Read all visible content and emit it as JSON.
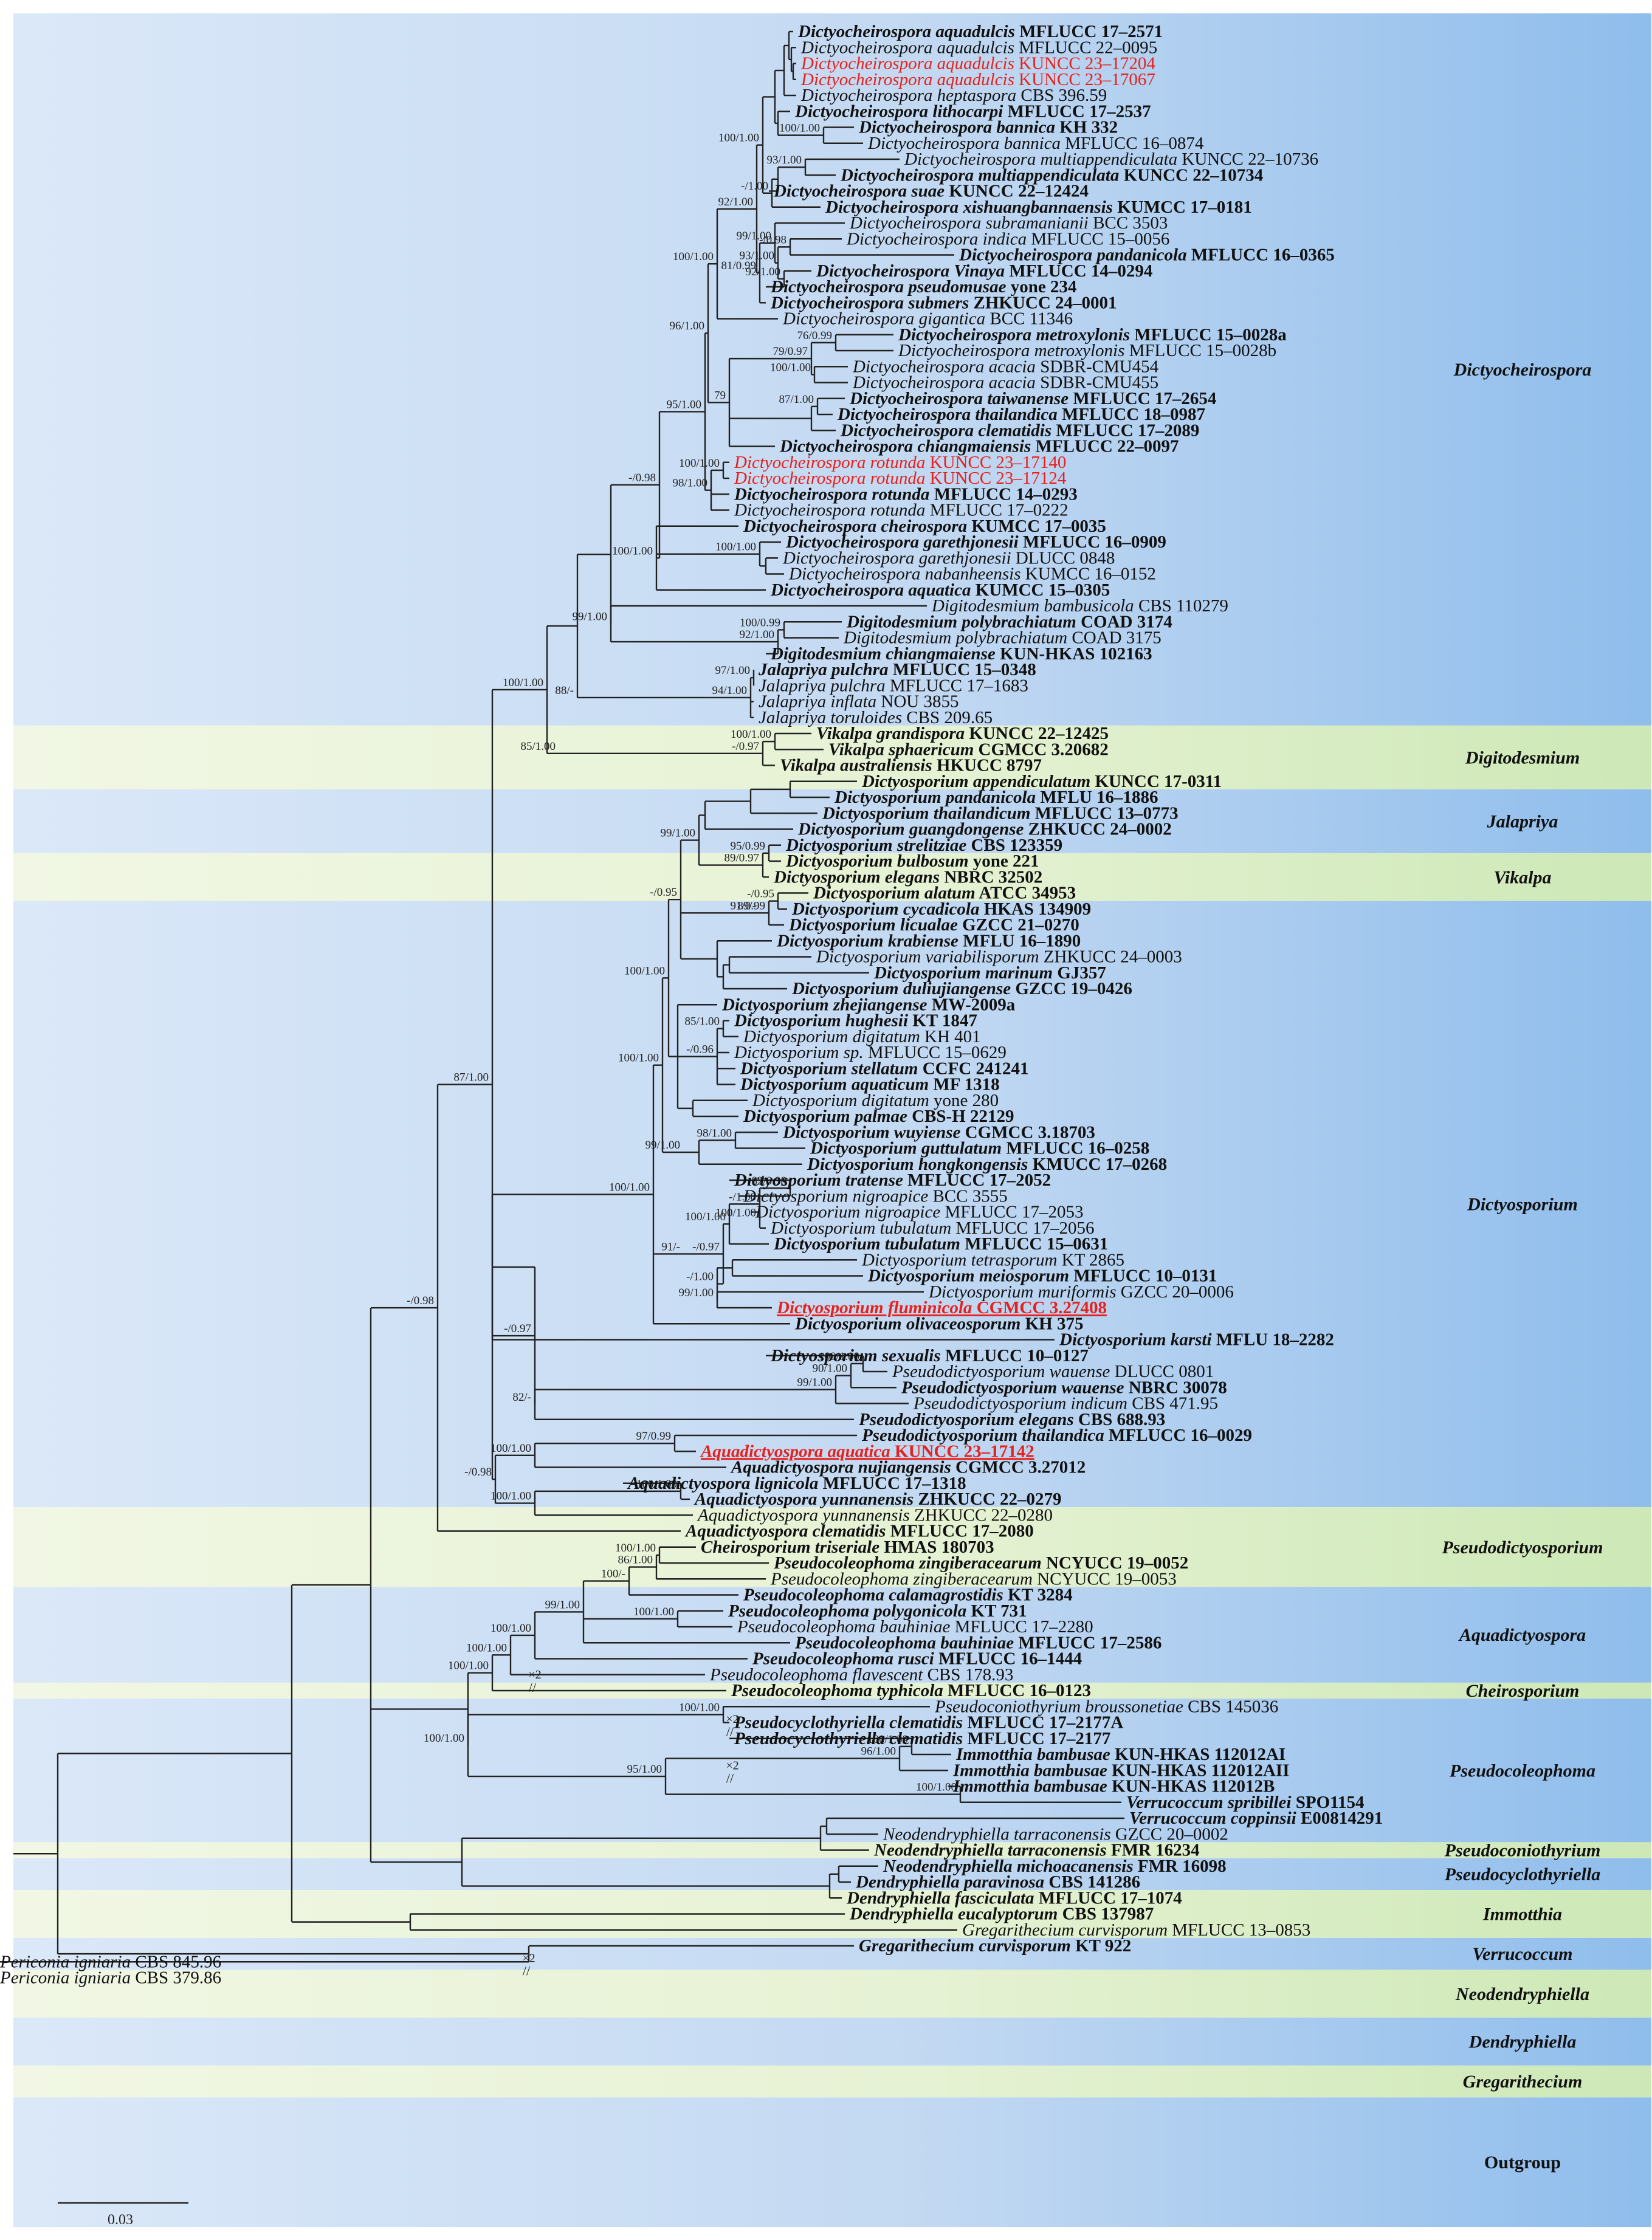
{
  "clades": [
    {
      "label": "Dictyocheirospora",
      "first": 0,
      "last": 43
    },
    {
      "label": "Digitodesmium",
      "first": 44,
      "last": 47
    },
    {
      "label": "Jalapriya",
      "first": 48,
      "last": 51
    },
    {
      "label": "Vikalpa",
      "first": 52,
      "last": 54
    },
    {
      "label": "Dictyosporium",
      "first": 55,
      "last": 92
    },
    {
      "label": "Pseudodictyosporium",
      "first": 93,
      "last": 97
    },
    {
      "label": "Aquadictyospora",
      "first": 98,
      "last": 103
    },
    {
      "label": "Cheirosporium",
      "first": 104,
      "last": 104
    },
    {
      "label": "Pseudocoleophoma",
      "first": 105,
      "last": 113
    },
    {
      "label": "Pseudoconiothyrium",
      "first": 114,
      "last": 114
    },
    {
      "label": "Pseudocyclothyriella",
      "first": 115,
      "last": 116
    },
    {
      "label": "Immotthia",
      "first": 117,
      "last": 119
    },
    {
      "label": "Verrucoccum",
      "first": 120,
      "last": 121
    },
    {
      "label": "Neodendryphiella",
      "first": 122,
      "last": 124
    },
    {
      "label": "Dendryphiella",
      "first": 125,
      "last": 127
    },
    {
      "label": "Gregarithecium",
      "first": 128,
      "last": 129
    },
    {
      "label": "Outgroup",
      "first": 130,
      "last": 131
    }
  ],
  "taxa": [
    {
      "species": "Dictyocheirospora aquadulcis",
      "strain": "MFLUCC 17–2571",
      "bold": true,
      "red": false
    },
    {
      "species": "Dictyocheirospora aquadulcis",
      "strain": "MFLUCC 22–0095",
      "bold": false,
      "red": false
    },
    {
      "species": "Dictyocheirospora aquadulcis",
      "strain": "KUNCC 23–17204",
      "bold": false,
      "red": true
    },
    {
      "species": "Dictyocheirospora aquadulcis",
      "strain": "KUNCC 23–17067",
      "bold": false,
      "red": true
    },
    {
      "species": "Dictyocheirospora heptaspora",
      "strain": "CBS 396.59",
      "bold": false,
      "red": false
    },
    {
      "species": "Dictyocheirospora lithocarpi",
      "strain": "MFLUCC 17–2537",
      "bold": true,
      "red": false
    },
    {
      "species": "Dictyocheirospora bannica",
      "strain": "KH 332",
      "bold": true,
      "red": false
    },
    {
      "species": "Dictyocheirospora bannica",
      "strain": "MFLUCC 16–0874",
      "bold": false,
      "red": false
    },
    {
      "species": "Dictyocheirospora multiappendiculata",
      "strain": "KUNCC 22–10736",
      "bold": false,
      "red": false
    },
    {
      "species": "Dictyocheirospora multiappendiculata",
      "strain": "KUNCC 22–10734",
      "bold": true,
      "red": false
    },
    {
      "species": "Dictyocheirospora suae",
      "strain": "KUNCC 22–12424",
      "bold": true,
      "red": false
    },
    {
      "species": "Dictyocheirospora xishuangbannaensis",
      "strain": "KUMCC 17–0181",
      "bold": true,
      "red": false
    },
    {
      "species": "Dictyocheirospora subramanianii",
      "strain": "BCC 3503",
      "bold": false,
      "red": false
    },
    {
      "species": "Dictyocheirospora indica",
      "strain": "MFLUCC 15–0056",
      "bold": false,
      "red": false
    },
    {
      "species": "Dictyocheirospora pandanicola",
      "strain": "MFLUCC 16–0365",
      "bold": true,
      "red": false
    },
    {
      "species": "Dictyocheirospora Vinaya",
      "strain": "MFLUCC 14–0294",
      "bold": true,
      "red": false
    },
    {
      "species": "Dictyocheirospora pseudomusae",
      "strain": "yone 234",
      "bold": true,
      "red": false
    },
    {
      "species": "Dictyocheirospora submers",
      "strain": "ZHKUCC 24–0001",
      "bold": true,
      "red": false
    },
    {
      "species": "Dictyocheirospora gigantica",
      "strain": "BCC 11346",
      "bold": false,
      "red": false
    },
    {
      "species": "Dictyocheirospora metroxylonis",
      "strain": "MFLUCC 15–0028a",
      "bold": true,
      "red": false
    },
    {
      "species": "Dictyocheirospora metroxylonis",
      "strain": "MFLUCC 15–0028b",
      "bold": false,
      "red": false
    },
    {
      "species": "Dictyocheirospora acacia",
      "strain": "SDBR-CMU454",
      "bold": false,
      "red": false
    },
    {
      "species": "Dictyocheirospora acacia",
      "strain": "SDBR-CMU455",
      "bold": false,
      "red": false
    },
    {
      "species": "Dictyocheirospora taiwanense",
      "strain": "MFLUCC 17–2654",
      "bold": true,
      "red": false
    },
    {
      "species": "Dictyocheirospora thailandica",
      "strain": "MFLUCC 18–0987",
      "bold": true,
      "red": false
    },
    {
      "species": "Dictyocheirospora clematidis",
      "strain": "MFLUCC 17–2089",
      "bold": true,
      "red": false
    },
    {
      "species": "Dictyocheirospora chiangmaiensis",
      "strain": "MFLUCC 22–0097",
      "bold": true,
      "red": false
    },
    {
      "species": "Dictyocheirospora rotunda",
      "strain": "KUNCC 23–17140",
      "bold": false,
      "red": true
    },
    {
      "species": "Dictyocheirospora rotunda",
      "strain": "KUNCC 23–17124",
      "bold": false,
      "red": true
    },
    {
      "species": "Dictyocheirospora rotunda",
      "strain": "MFLUCC 14–0293",
      "bold": true,
      "red": false
    },
    {
      "species": "Dictyocheirospora rotunda",
      "strain": "MFLUCC 17–0222",
      "bold": false,
      "red": false
    },
    {
      "species": "Dictyocheirospora cheirospora",
      "strain": "KUMCC 17–0035",
      "bold": true,
      "red": false
    },
    {
      "species": "Dictyocheirospora garethjonesii",
      "strain": "MFLUCC 16–0909",
      "bold": true,
      "red": false
    },
    {
      "species": "Dictyocheirospora garethjonesii",
      "strain": "DLUCC 0848",
      "bold": false,
      "red": false
    },
    {
      "species": "Dictyocheirospora nabanheensis",
      "strain": "KUMCC 16–0152",
      "bold": false,
      "red": false
    },
    {
      "species": "Dictyocheirospora aquatica",
      "strain": "KUMCC 15–0305",
      "bold": true,
      "red": false
    },
    {
      "species": "Digitodesmium bambusicola",
      "strain": "CBS 110279",
      "bold": false,
      "red": false
    },
    {
      "species": "Digitodesmium polybrachiatum",
      "strain": "COAD 3174",
      "bold": true,
      "red": false
    },
    {
      "species": "Digitodesmium polybrachiatum",
      "strain": "COAD 3175",
      "bold": false,
      "red": false
    },
    {
      "species": "Digitodesmium chiangmaiense",
      "strain": "KUN-HKAS 102163",
      "bold": true,
      "red": false
    },
    {
      "species": "Jalapriya pulchra",
      "strain": "MFLUCC 15–0348",
      "bold": true,
      "red": false
    },
    {
      "species": "Jalapriya pulchra",
      "strain": "MFLUCC 17–1683",
      "bold": false,
      "red": false
    },
    {
      "species": "Jalapriya inflata",
      "strain": "NOU 3855",
      "bold": false,
      "red": false
    },
    {
      "species": "Jalapriya toruloides",
      "strain": "CBS 209.65",
      "bold": false,
      "red": false
    },
    {
      "species": "Vikalpa grandispora",
      "strain": "KUNCC 22–12425",
      "bold": true,
      "red": false
    },
    {
      "species": "Vikalpa sphaericum",
      "strain": "CGMCC 3.20682",
      "bold": true,
      "red": false
    },
    {
      "species": "Vikalpa australiensis",
      "strain": "HKUCC 8797",
      "bold": true,
      "red": false
    },
    {
      "species": "Dictyosporium appendiculatum",
      "strain": "KUNCC 17-0311",
      "bold": true,
      "red": false
    },
    {
      "species": "Dictyosporium pandanicola",
      "strain": "MFLU 16–1886",
      "bold": true,
      "red": false
    },
    {
      "species": "Dictyosporium thailandicum",
      "strain": "MFLUCC 13–0773",
      "bold": true,
      "red": false
    },
    {
      "species": "Dictyosporium guangdongense",
      "strain": "ZHKUCC 24–0002",
      "bold": true,
      "red": false
    },
    {
      "species": "Dictyosporium strelitziae",
      "strain": "CBS 123359",
      "bold": true,
      "red": false
    },
    {
      "species": "Dictyosporium bulbosum",
      "strain": "yone 221",
      "bold": true,
      "red": false
    },
    {
      "species": "Dictyosporium elegans",
      "strain": "NBRC 32502",
      "bold": true,
      "red": false
    },
    {
      "species": "Dictyosporium alatum",
      "strain": "ATCC 34953",
      "bold": true,
      "red": false
    },
    {
      "species": "Dictyosporium cycadicola",
      "strain": "HKAS 134909",
      "bold": true,
      "red": false
    },
    {
      "species": "Dictyosporium licualae",
      "strain": "GZCC 21–0270",
      "bold": true,
      "red": false
    },
    {
      "species": "Dictyosporium krabiense",
      "strain": "MFLU 16–1890",
      "bold": true,
      "red": false
    },
    {
      "species": "Dictyosporium variabilisporum",
      "strain": "ZHKUCC 24–0003",
      "bold": false,
      "red": false
    },
    {
      "species": "Dictyosporium marinum",
      "strain": "GJ357",
      "bold": true,
      "red": false
    },
    {
      "species": "Dictyosporium duliujiangense",
      "strain": "GZCC 19–0426",
      "bold": true,
      "red": false
    },
    {
      "species": "Dictyosporium zhejiangense",
      "strain": "MW-2009a",
      "bold": true,
      "red": false
    },
    {
      "species": "Dictyosporium hughesii",
      "strain": "KT 1847",
      "bold": true,
      "red": false
    },
    {
      "species": "Dictyosporium digitatum",
      "strain": "KH 401",
      "bold": false,
      "red": false
    },
    {
      "species": "Dictyosporium sp.",
      "strain": "MFLUCC 15–0629",
      "bold": false,
      "red": false
    },
    {
      "species": "Dictyosporium stellatum",
      "strain": "CCFC 241241",
      "bold": true,
      "red": false
    },
    {
      "species": "Dictyosporium aquaticum",
      "strain": "MF 1318",
      "bold": true,
      "red": false
    },
    {
      "species": "Dictyosporium digitatum",
      "strain": "yone 280",
      "bold": false,
      "red": false
    },
    {
      "species": "Dictyosporium palmae",
      "strain": "CBS-H 22129",
      "bold": true,
      "red": false
    },
    {
      "species": "Dictyosporium wuyiense",
      "strain": "CGMCC 3.18703",
      "bold": true,
      "red": false
    },
    {
      "species": "Dictyosporium guttulatum",
      "strain": "MFLUCC 16–0258",
      "bold": true,
      "red": false
    },
    {
      "species": "Dictyosporium hongkongensis",
      "strain": "KMUCC 17–0268",
      "bold": true,
      "red": false
    },
    {
      "species": "Dictyosporium tratense",
      "strain": "MFLUCC 17–2052",
      "bold": true,
      "red": false
    },
    {
      "species": "Dictyosporium nigroapice",
      "strain": "BCC 3555",
      "bold": false,
      "red": false
    },
    {
      "species": "Dictyosporium nigroapice",
      "strain": "MFLUCC 17–2053",
      "bold": false,
      "red": false
    },
    {
      "species": "Dictyosporium tubulatum",
      "strain": "MFLUCC 17–2056",
      "bold": false,
      "red": false
    },
    {
      "species": "Dictyosporium tubulatum",
      "strain": "MFLUCC 15–0631",
      "bold": true,
      "red": false
    },
    {
      "species": "Dictyosporium tetrasporum",
      "strain": "KT 2865",
      "bold": false,
      "red": false
    },
    {
      "species": "Dictyosporium meiosporum",
      "strain": "MFLUCC 10–0131",
      "bold": true,
      "red": false
    },
    {
      "species": "Dictyosporium muriformis",
      "strain": "GZCC 20–0006",
      "bold": false,
      "red": false
    },
    {
      "species": "Dictyosporium fluminicola",
      "strain": "CGMCC 3.27408",
      "bold": true,
      "red": true
    },
    {
      "species": "Dictyosporium olivaceosporum",
      "strain": "KH 375",
      "bold": true,
      "red": false
    },
    {
      "species": "Dictyosporium karsti",
      "strain": "MFLU 18–2282",
      "bold": true,
      "red": false
    },
    {
      "species": "Dictyosporium sexualis",
      "strain": "MFLUCC 10–0127",
      "bold": true,
      "red": false
    },
    {
      "species": "Pseudodictyosporium wauense",
      "strain": "DLUCC 0801",
      "bold": false,
      "red": false
    },
    {
      "species": "Pseudodictyosporium wauense",
      "strain": "NBRC 30078",
      "bold": true,
      "red": false
    },
    {
      "species": "Pseudodictyosporium indicum",
      "strain": "CBS 471.95",
      "bold": false,
      "red": false
    },
    {
      "species": "Pseudodictyosporium elegans",
      "strain": "CBS 688.93",
      "bold": true,
      "red": false
    },
    {
      "species": "Pseudodictyosporium thailandica",
      "strain": "MFLUCC 16–0029",
      "bold": true,
      "red": false
    },
    {
      "species": "Aquadictyospora aquatica",
      "strain": "KUNCC 23–17142",
      "bold": true,
      "red": true
    },
    {
      "species": "Aquadictyospora nujiangensis",
      "strain": "CGMCC 3.27012",
      "bold": true,
      "red": false
    },
    {
      "species": "Aquadictyospora lignicola",
      "strain": "MFLUCC 17–1318",
      "bold": true,
      "red": false
    },
    {
      "species": "Aquadictyospora yunnanensis",
      "strain": "ZHKUCC 22–0279",
      "bold": true,
      "red": false
    },
    {
      "species": "Aquadictyospora yunnanensis",
      "strain": "ZHKUCC 22–0280",
      "bold": false,
      "red": false
    },
    {
      "species": "Aquadictyospora clematidis",
      "strain": "MFLUCC 17–2080",
      "bold": true,
      "red": false
    },
    {
      "species": "Cheirosporium triseriale",
      "strain": "HMAS 180703",
      "bold": true,
      "red": false
    },
    {
      "species": "Pseudocoleophoma zingiberacearum",
      "strain": "NCYUCC 19–0052",
      "bold": true,
      "red": false
    },
    {
      "species": "Pseudocoleophoma zingiberacearum",
      "strain": "NCYUCC 19–0053",
      "bold": false,
      "red": false
    },
    {
      "species": "Pseudocoleophoma calamagrostidis",
      "strain": "KT 3284",
      "bold": true,
      "red": false
    },
    {
      "species": "Pseudocoleophoma polygonicola",
      "strain": "KT 731",
      "bold": true,
      "red": false
    },
    {
      "species": "Pseudocoleophoma bauhiniae",
      "strain": "MFLUCC 17–2280",
      "bold": false,
      "red": false
    },
    {
      "species": "Pseudocoleophoma bauhiniae",
      "strain": "MFLUCC 17–2586",
      "bold": true,
      "red": false
    },
    {
      "species": "Pseudocoleophoma rusci",
      "strain": "MFLUCC 16–1444",
      "bold": true,
      "red": false
    },
    {
      "species": "Pseudocoleophoma flavescent",
      "strain": "CBS 178.93",
      "bold": false,
      "red": false
    },
    {
      "species": "Pseudocoleophoma typhicola",
      "strain": "MFLUCC 16–0123",
      "bold": true,
      "red": false
    },
    {
      "species": "Pseudoconiothyrium broussonetiae",
      "strain": "CBS 145036",
      "bold": false,
      "red": false
    },
    {
      "species": "Pseudocyclothyriella clematidis",
      "strain": "MFLUCC 17–2177A",
      "bold": true,
      "red": false
    },
    {
      "species": "Pseudocyclothyriella clematidis",
      "strain": "MFLUCC 17–2177",
      "bold": true,
      "red": false
    },
    {
      "species": "Immotthia bambusae",
      "strain": "KUN-HKAS 112012AI",
      "bold": true,
      "red": false
    },
    {
      "species": "Immotthia bambusae",
      "strain": "KUN-HKAS 112012AII",
      "bold": true,
      "red": false
    },
    {
      "species": "Immotthia bambusae",
      "strain": "KUN-HKAS 112012B",
      "bold": true,
      "red": false
    },
    {
      "species": "Verrucoccum spribillei",
      "strain": "SPO1154",
      "bold": true,
      "red": false
    },
    {
      "species": "Verrucoccum coppinsii",
      "strain": "E00814291",
      "bold": true,
      "red": false
    },
    {
      "species": "Neodendryphiella tarraconensis",
      "strain": "GZCC 20–0002",
      "bold": false,
      "red": false
    },
    {
      "species": "Neodendryphiella tarraconensis",
      "strain": "FMR 16234",
      "bold": true,
      "red": false
    },
    {
      "species": "Neodendryphiella michoacanensis",
      "strain": "FMR 16098",
      "bold": true,
      "red": false
    },
    {
      "species": "Dendryphiella paravinosa",
      "strain": "CBS 141286",
      "bold": true,
      "red": false
    },
    {
      "species": "Dendryphiella fasciculata",
      "strain": "MFLUCC 17–1074",
      "bold": true,
      "red": false
    },
    {
      "species": "Dendryphiella eucalyptorum",
      "strain": "CBS 137987",
      "bold": true,
      "red": false
    },
    {
      "species": "Gregarithecium curvisporum",
      "strain": "MFLUCC 13–0853",
      "bold": false,
      "red": false
    },
    {
      "species": "Gregarithecium curvisporum",
      "strain": "KT 922",
      "bold": true,
      "red": false
    },
    {
      "species": "Periconia igniaria",
      "strain": "CBS 845.96",
      "bold": false,
      "red": false
    },
    {
      "species": "Periconia igniaria",
      "strain": "CBS 379.86",
      "bold": false,
      "red": false
    }
  ],
  "support_labels": [
    "100/1.00",
    "93/1.00",
    "-/1.00",
    "100/1.00",
    "-/0.98",
    "92/1.00",
    "93/1.00",
    "99/1.00",
    "81/0.99",
    "92/1.00",
    "100/1.00",
    "76/0.99",
    "100/1.00",
    "79/0.97",
    "87/1.00",
    "79",
    "96/1.00",
    "100/1.00",
    "98/1.00",
    "95/1.00",
    "100/1.00",
    "100/1.00",
    "-/0.98",
    "100/0.99",
    "92/1.00",
    "99/1.00",
    "97/1.00",
    "94/1.00",
    "88/-",
    "100/1.00",
    "-/0.97",
    "85/1.00",
    "95/0.99",
    "89/0.97",
    "99/1.00",
    "-/0.95",
    "91/0.99",
    "89/-",
    "-/0.95",
    "85/1.00",
    "-/0.96",
    "100/1.00",
    "98/1.00",
    "99/1.00",
    "100/1.00",
    "82/0.98",
    "100/1.00",
    "-/1.00",
    "100/1.00",
    "99/1.00",
    "-/1.00",
    "-/0.97",
    "91/-",
    "100/1.00",
    "100/1.00",
    "90/1.00",
    "99/1.00",
    "82/-",
    "97/0.99",
    "100/1.00",
    "100/1.00",
    "100/1.00",
    "-/0.98",
    "100/1.00",
    "-/0.97",
    "87/1.00",
    "-/0.98",
    "100/1.00",
    "86/1.00",
    "100/-",
    "100/1.00",
    "99/1.00",
    "100/1.00",
    "100/1.00",
    "100/1.00",
    "100/1.00",
    "96/1.00",
    "100/1.00",
    "95/1.00",
    "100/1.00",
    "100/1.00"
  ],
  "break_marks": [
    "×2",
    "×2",
    "×2",
    "×2"
  ],
  "scale_bar": {
    "label": "0.03"
  },
  "colors": {
    "band_blue": "#c6dbf3",
    "band_blue_right": "#97c3ee",
    "band_green": "#e8f3d6",
    "band_green_right": "#d3ecc0",
    "line": "#222222",
    "highlight": "#e8201c"
  }
}
